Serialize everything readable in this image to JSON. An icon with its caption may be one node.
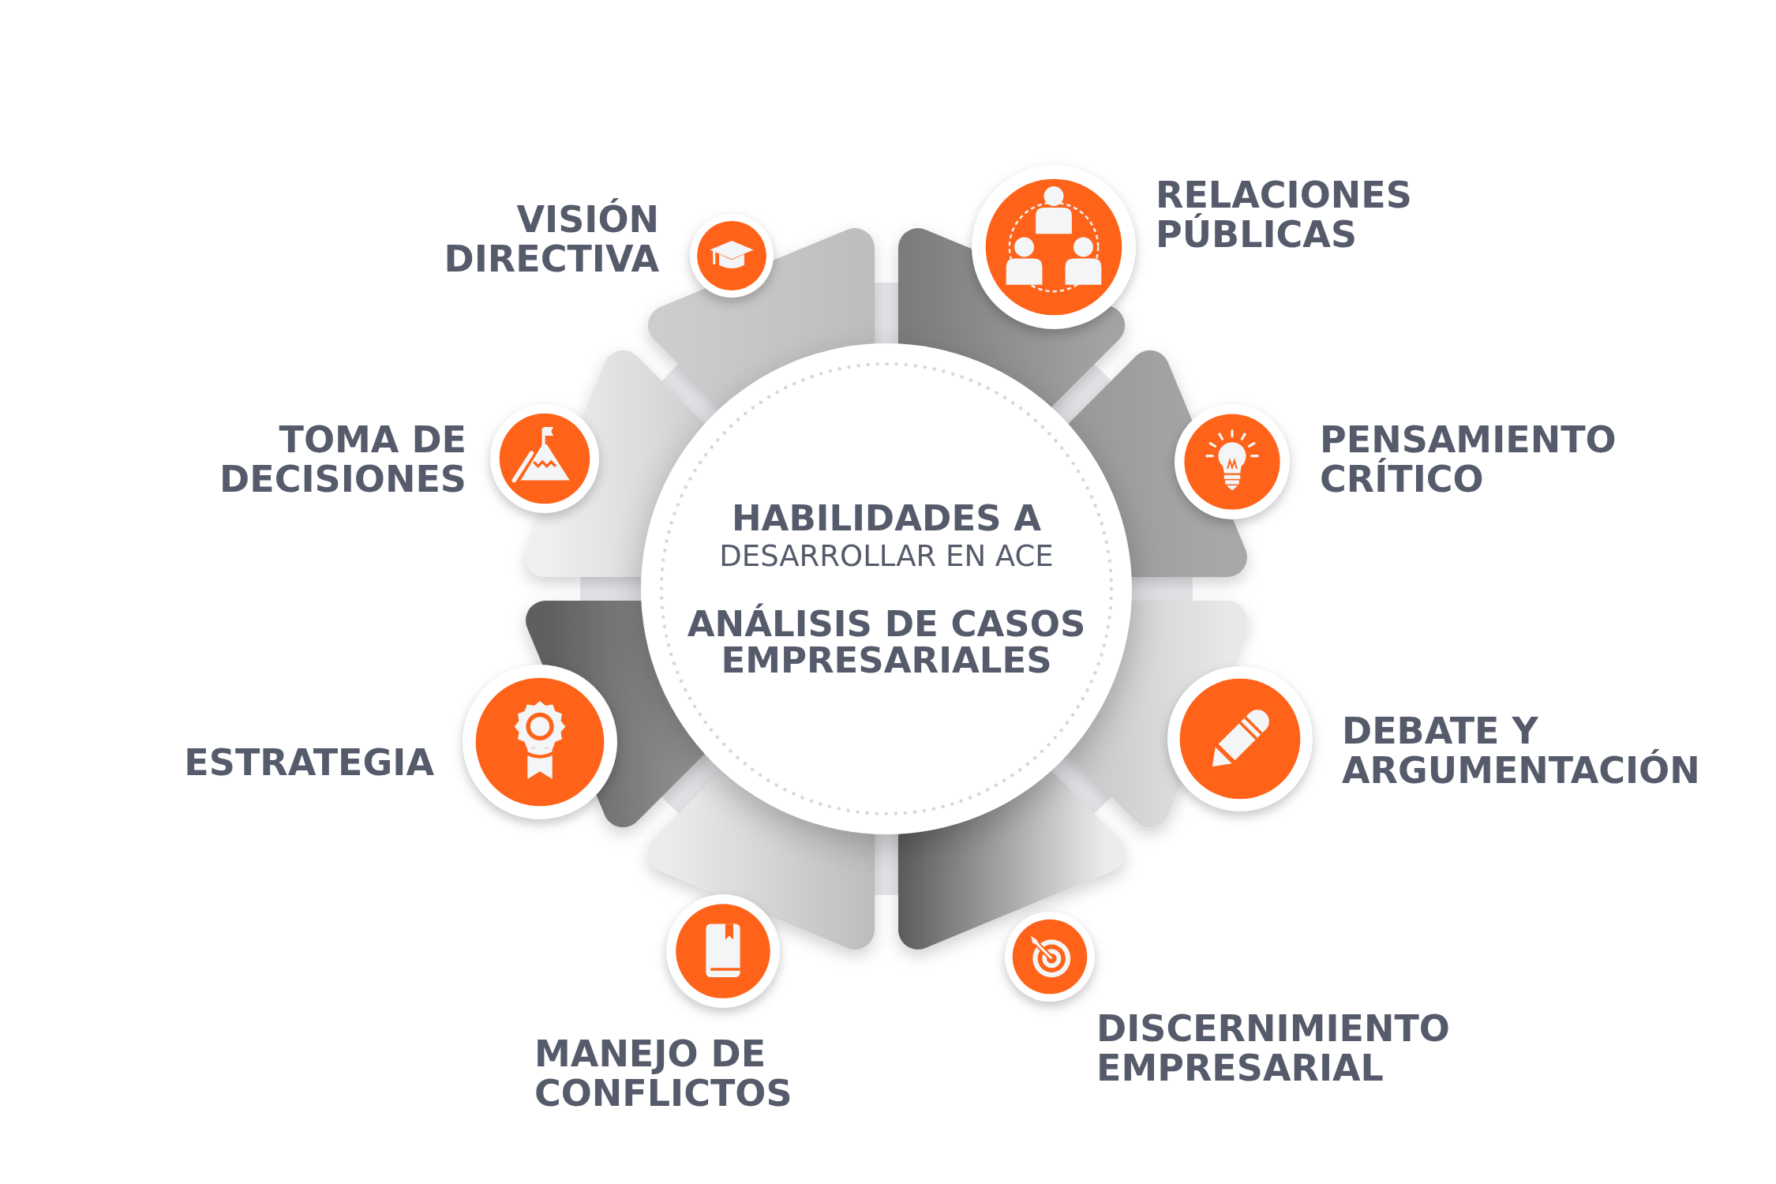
{
  "diagram": {
    "nodes": [
      {
        "text": [
          "**HABILIDADES A** DESARROLLAR EN ACE",
          "ANÁLISIS DE CASOS EMPRESARIALES"
        ]
      },
      {
        "text": [
          "VISIÓN DIRECTIVA"
        ]
      },
      {
        "text": [
          "RELACIONES PÚBLICAS"
        ]
      },
      {
        "text": [
          "TOMA DE DECISIONES"
        ]
      },
      {
        "text": [
          "PENSAMIENTO CRÍTICO"
        ]
      },
      {
        "text": [
          "ESTRATEGIA"
        ]
      },
      {
        "text": [
          "DEBATE Y ARGUMENTACIÓN"
        ]
      },
      {
        "text": [
          "MANEJO DE CONFLICTOS"
        ]
      },
      {
        "text": [
          "DISCERNIMIENTO EMPRESARIAL"
        ]
      }
    ]
  }
}
